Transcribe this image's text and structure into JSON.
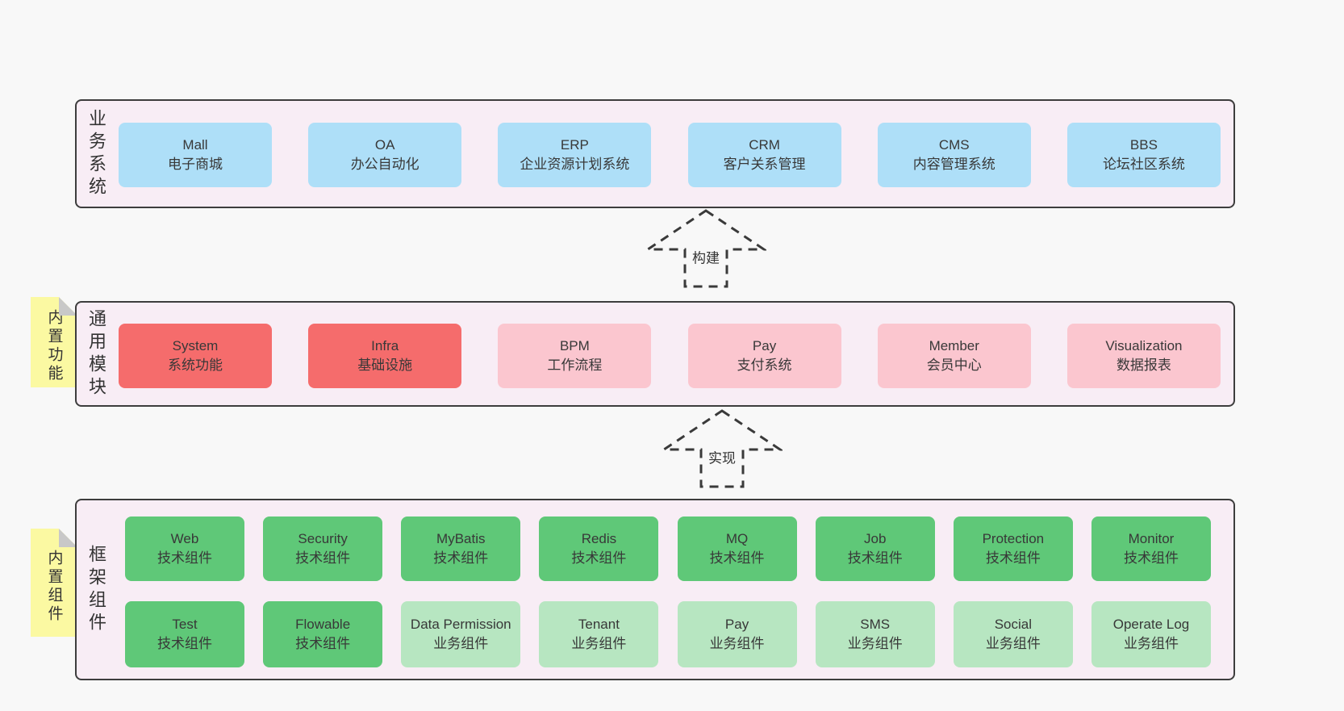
{
  "page": {
    "background": "#f8f8f8"
  },
  "colors": {
    "container_bg": "#f8edf5",
    "container_border": "#3d3d3d",
    "box_blue": "#aedff8",
    "box_red": "#f56c6c",
    "box_pink": "#fbc6cf",
    "box_green": "#5fc878",
    "box_light_green": "#b7e6c1",
    "sticky_yellow": "#fbf9a2",
    "sticky_fold": "#c8c8c8",
    "text": "#383838"
  },
  "layers": [
    {
      "name": "business-systems",
      "side_label": "业务系统",
      "sticky_label": null,
      "rows": [
        {
          "boxes": [
            {
              "title": "Mall",
              "subtitle": "电子商城",
              "variant": "blue"
            },
            {
              "title": "OA",
              "subtitle": "办公自动化",
              "variant": "blue"
            },
            {
              "title": "ERP",
              "subtitle": "企业资源计划系统",
              "variant": "blue"
            },
            {
              "title": "CRM",
              "subtitle": "客户关系管理",
              "variant": "blue"
            },
            {
              "title": "CMS",
              "subtitle": "内容管理系统",
              "variant": "blue"
            },
            {
              "title": "BBS",
              "subtitle": "论坛社区系统",
              "variant": "blue"
            }
          ]
        }
      ]
    },
    {
      "name": "common-modules",
      "side_label": "通用模块",
      "sticky_label": "内置功能",
      "rows": [
        {
          "boxes": [
            {
              "title": "System",
              "subtitle": "系统功能",
              "variant": "red"
            },
            {
              "title": "Infra",
              "subtitle": "基础设施",
              "variant": "red"
            },
            {
              "title": "BPM",
              "subtitle": "工作流程",
              "variant": "pink"
            },
            {
              "title": "Pay",
              "subtitle": "支付系统",
              "variant": "pink"
            },
            {
              "title": "Member",
              "subtitle": "会员中心",
              "variant": "pink"
            },
            {
              "title": "Visualization",
              "subtitle": "数据报表",
              "variant": "pink"
            }
          ]
        }
      ]
    },
    {
      "name": "framework-components",
      "side_label": "框架组件",
      "sticky_label": "内置组件",
      "rows": [
        {
          "boxes": [
            {
              "title": "Web",
              "subtitle": "技术组件",
              "variant": "green"
            },
            {
              "title": "Security",
              "subtitle": "技术组件",
              "variant": "green"
            },
            {
              "title": "MyBatis",
              "subtitle": "技术组件",
              "variant": "green"
            },
            {
              "title": "Redis",
              "subtitle": "技术组件",
              "variant": "green"
            },
            {
              "title": "MQ",
              "subtitle": "技术组件",
              "variant": "green"
            },
            {
              "title": "Job",
              "subtitle": "技术组件",
              "variant": "green"
            },
            {
              "title": "Protection",
              "subtitle": "技术组件",
              "variant": "green"
            },
            {
              "title": "Monitor",
              "subtitle": "技术组件",
              "variant": "green"
            }
          ]
        },
        {
          "boxes": [
            {
              "title": "Test",
              "subtitle": "技术组件",
              "variant": "green"
            },
            {
              "title": "Flowable",
              "subtitle": "技术组件",
              "variant": "green"
            },
            {
              "title": "Data Permission",
              "subtitle": "业务组件",
              "variant": "light_green"
            },
            {
              "title": "Tenant",
              "subtitle": "业务组件",
              "variant": "light_green"
            },
            {
              "title": "Pay",
              "subtitle": "业务组件",
              "variant": "light_green"
            },
            {
              "title": "SMS",
              "subtitle": "业务组件",
              "variant": "light_green"
            },
            {
              "title": "Social",
              "subtitle": "业务组件",
              "variant": "light_green"
            },
            {
              "title": "Operate Log",
              "subtitle": "业务组件",
              "variant": "light_green"
            }
          ]
        }
      ]
    }
  ],
  "arrows": [
    {
      "label": "构建"
    },
    {
      "label": "实现"
    }
  ]
}
